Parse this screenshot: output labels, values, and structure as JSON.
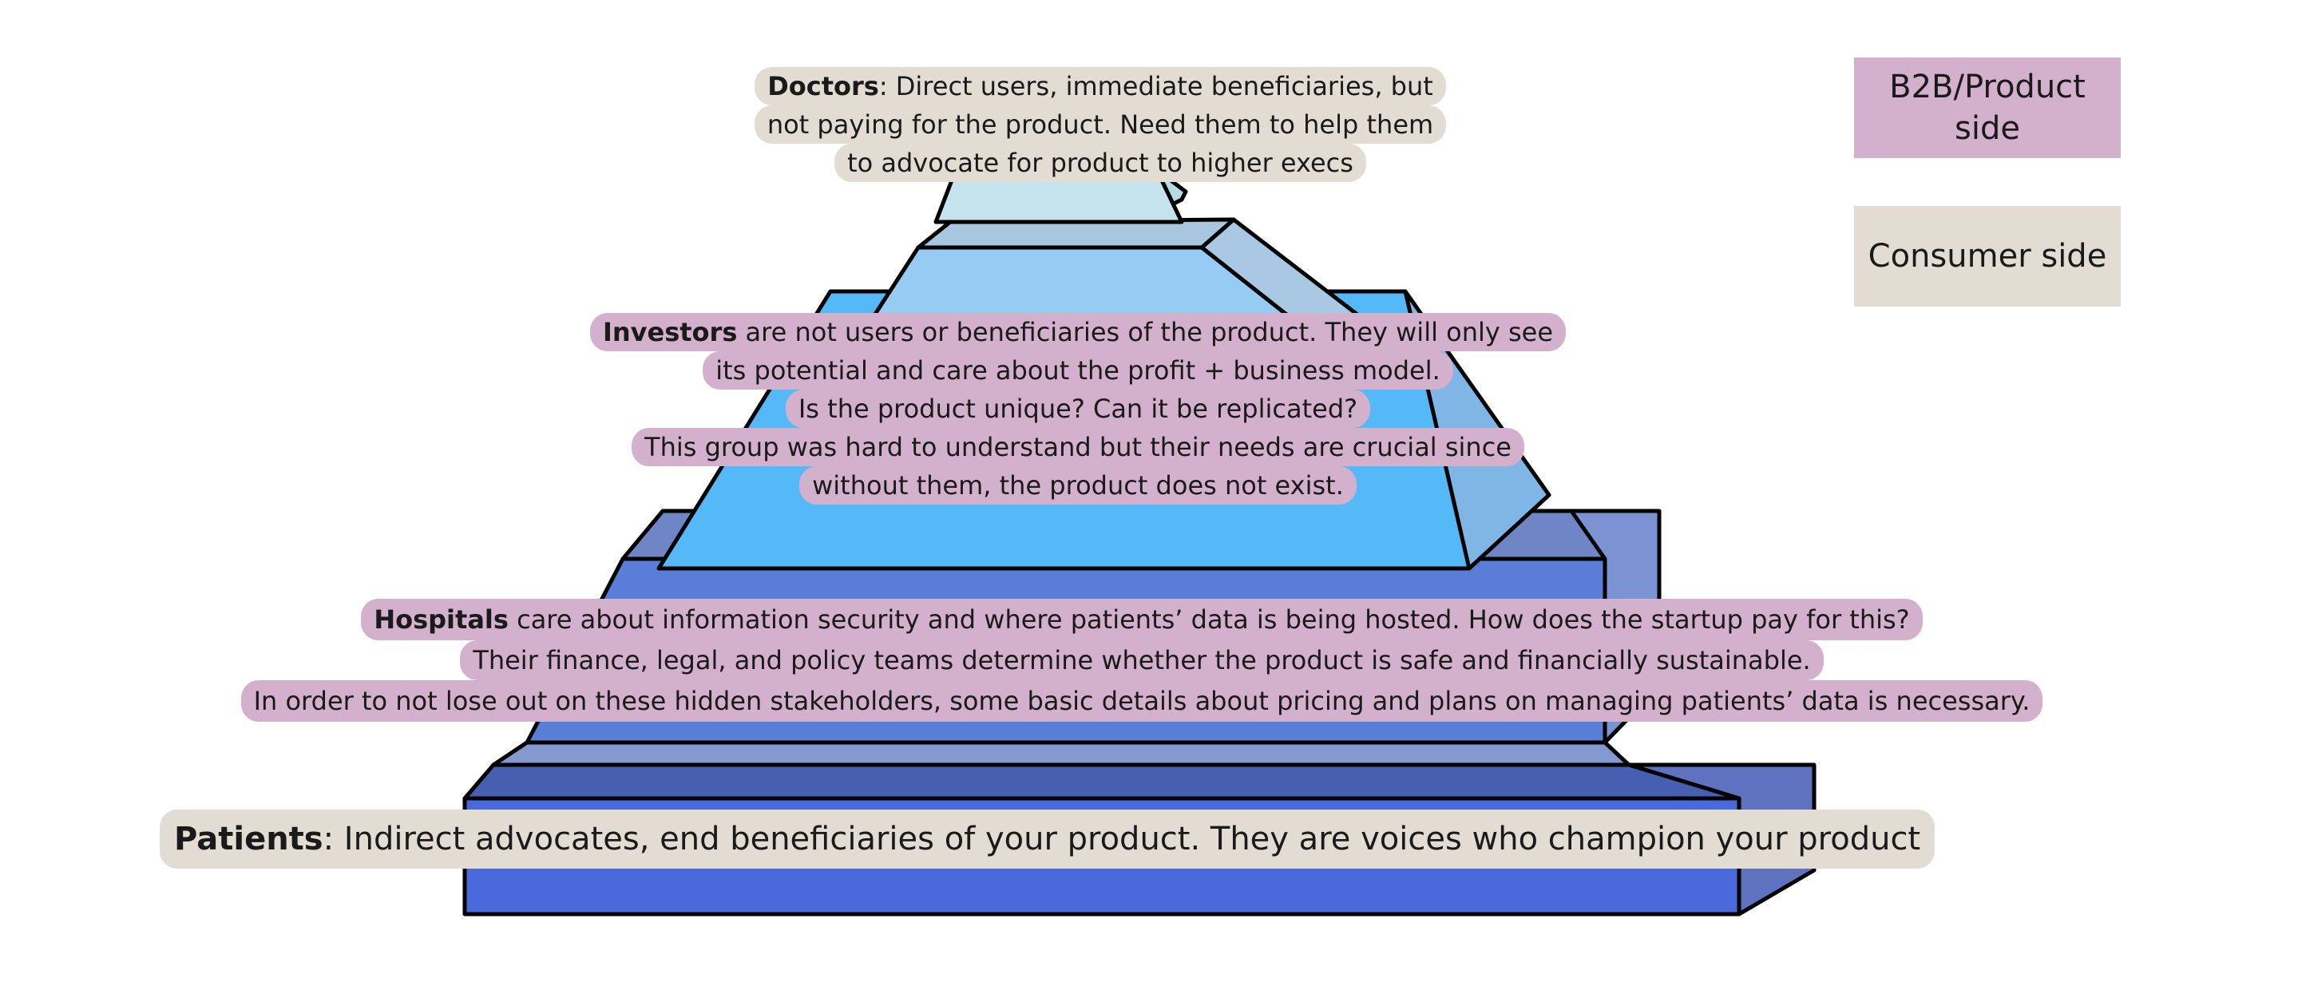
{
  "colors": {
    "tan": "#e2dcd2",
    "pink": "#d3b0cc",
    "tier1_front": "#c4e3ec",
    "tier2_front": "#96cbf4",
    "tier3_front": "#56b9f7",
    "tier4_front": "#5a7ed8",
    "tier5_front": "#4a6adc",
    "outline": "#000000"
  },
  "legend": {
    "b2b": "B2B/Product side",
    "consumer": "Consumer side"
  },
  "doctors": {
    "title": "Doctors",
    "line1_rest": ": Direct users, immediate beneficiaries, but",
    "line2": "not paying for the product. Need them to help them",
    "line3": "to advocate for product to higher execs"
  },
  "investors": {
    "title": "Investors",
    "line1_rest": " are not users or beneficiaries of the product. They will only see",
    "line2": "its potential and care about the profit + business model.",
    "line3": "Is the product unique? Can it be replicated?",
    "line4": "This group was hard to understand but their needs are crucial since",
    "line5": "without them, the product does not exist."
  },
  "hospitals": {
    "title": "Hospitals",
    "line1_rest": " care about information security and where patients’ data is being hosted. How does the startup pay for this?",
    "line2": "Their finance, legal, and policy teams determine whether the product is safe and financially sustainable.",
    "line3": "In order to not lose out on these hidden stakeholders, some basic details about pricing and plans on managing patients’ data is necessary."
  },
  "patients": {
    "title": "Patients",
    "rest": ": Indirect advocates, end beneficiaries of your product. They are voices who champion your product"
  }
}
